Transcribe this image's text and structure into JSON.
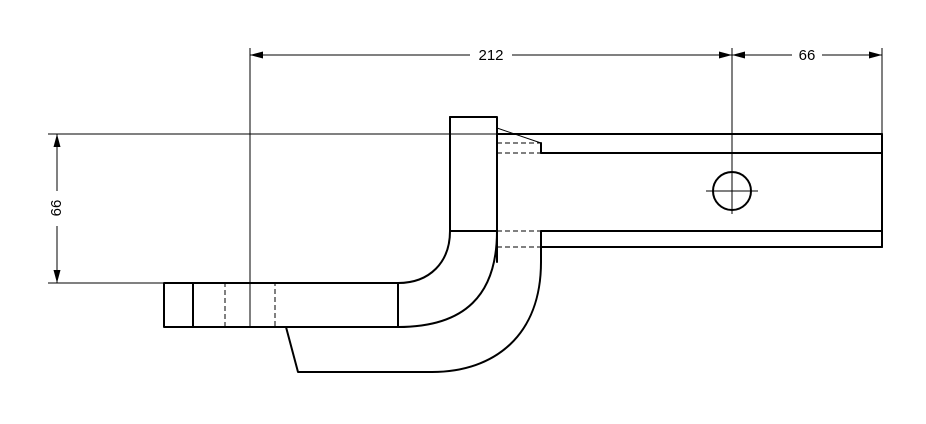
{
  "drawing": {
    "dimensions": {
      "top_span": "212",
      "right_span": "66",
      "left_height": "66"
    }
  }
}
